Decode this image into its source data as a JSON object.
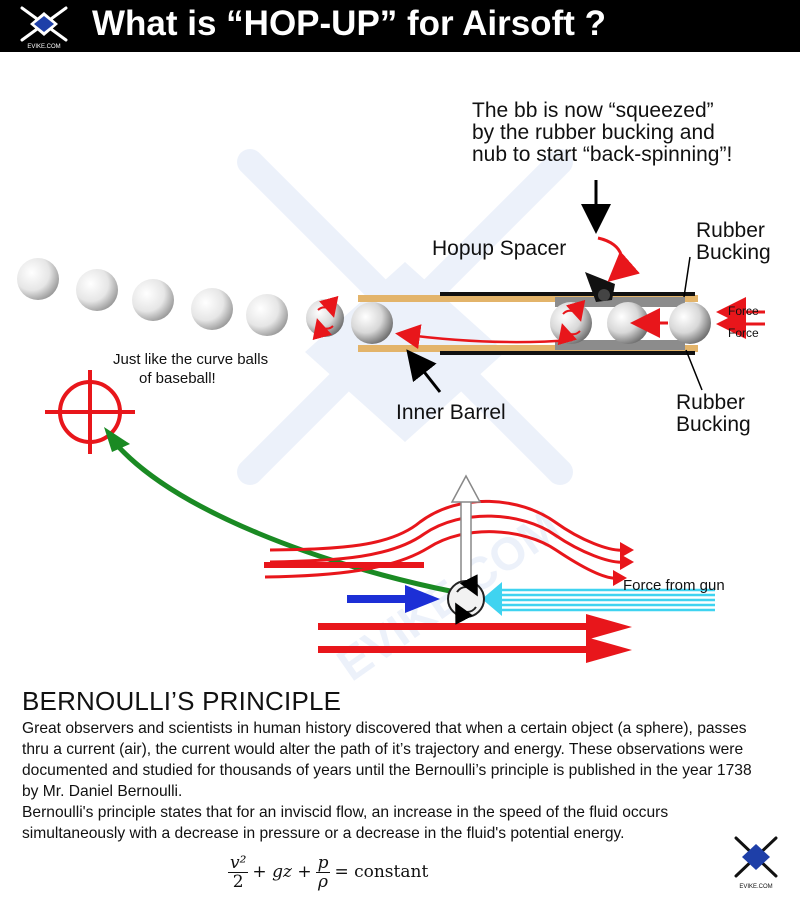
{
  "header": {
    "title": "What is “HOP-UP” for Airsoft ?",
    "logo_text": "EVIKE.COM"
  },
  "diagram": {
    "squeeze_note": [
      "The bb is now “squeezed”",
      "by the rubber bucking and",
      "nub to start “back-spinning”!"
    ],
    "hopup_spacer": "Hopup Spacer",
    "rubber_bucking_top": [
      "Rubber",
      "Bucking"
    ],
    "rubber_bucking_bottom": [
      "Rubber",
      "Bucking"
    ],
    "force_top": "Force",
    "force_bottom": "Force",
    "inner_barrel": "Inner Barrel",
    "curve_ball_note": [
      "Just like the curve balls",
      "of baseball!"
    ],
    "force_from_gun": "Force from gun",
    "watermark": "EVIKE.COM",
    "colors": {
      "red": "#e8161b",
      "green": "#1a8a23",
      "blue": "#1c2fd6",
      "cyan": "#3fd3f0",
      "barrel": "#e3b46a",
      "bucking": "#8c8c8c"
    }
  },
  "bernoulli": {
    "heading": "BERNOULLI’S PRINCIPLE",
    "paragraph1": "Great observers and scientists in human history discovered that when a certain object (a sphere), passes thru a current (air), the current would alter the path of it’s trajectory and energy. These observations were documented and studied for thousands of years until the Bernoulli’s principle is published in the year 1738 by Mr. Daniel Bernoulli.",
    "paragraph2": "Bernoulli's principle states that for an inviscid flow, an increase in the speed of the fluid occurs simultaneously with a decrease in pressure or a decrease in the fluid's potential energy.",
    "formula": {
      "v_num": "v²",
      "v_den": "2",
      "gz": "+ gz +",
      "p_num": "p",
      "p_den": "ρ",
      "rhs": "= constant"
    }
  }
}
